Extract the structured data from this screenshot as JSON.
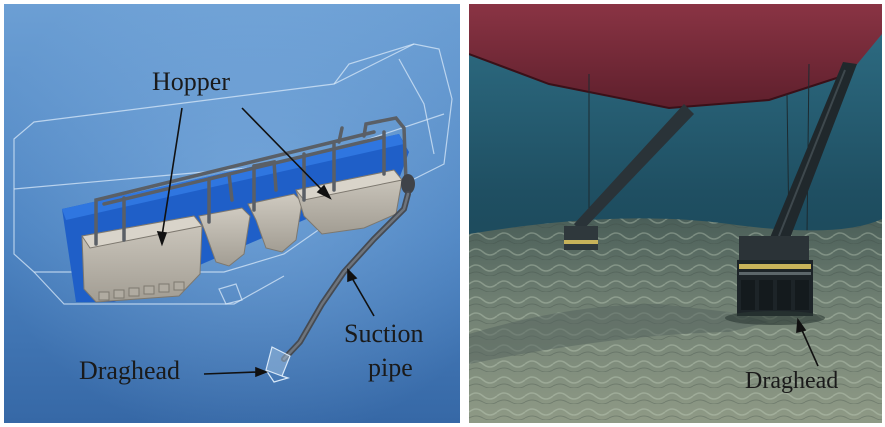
{
  "left_panel": {
    "labels": {
      "hopper": "Hopper",
      "suction_pipe_line1": "Suction",
      "suction_pipe_line2": "pipe",
      "draghead": "Draghead"
    },
    "colors": {
      "background_top": "#5a8fc8",
      "background_bottom": "#3f74b2",
      "hopper_fill": "#b9b4aa",
      "hull_blue": "#1f5fc8",
      "pipe": "#5a5f66"
    }
  },
  "right_panel": {
    "labels": {
      "draghead": "Draghead"
    },
    "colors": {
      "water": "#1e4a5e",
      "hull": "#7a2a3a",
      "seabed": "#7d8a78"
    }
  }
}
